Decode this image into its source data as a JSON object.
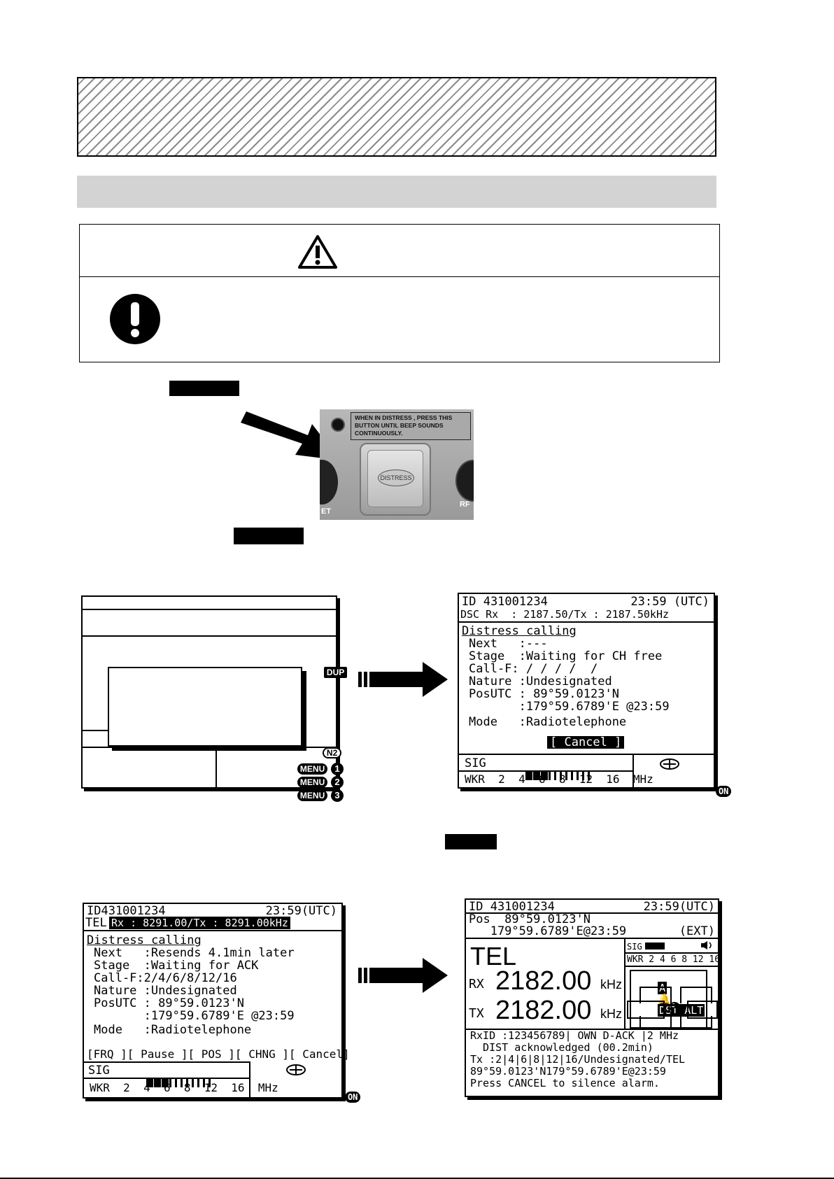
{
  "photo": {
    "panel_text": "WHEN IN DISTRESS , PRESS THIS BUTTON UNTIL BEEP SOUNDS CONTINUOUSLY.",
    "button_label": "DISTRESS",
    "edge_left": "ET",
    "edge_right": "RF"
  },
  "screen1": {
    "dup_badge": "DUP",
    "n2_badge": "N2",
    "menu_label": "MENU",
    "menu_nums": [
      "1",
      "2",
      "3"
    ]
  },
  "screen2": {
    "id": "ID 431001234",
    "time": "23:59 (UTC)",
    "freq": "DSC Rx  : 2187.50/Tx : 2187.50kHz",
    "heading": "Distress calling",
    "lines": [
      "Next   :---",
      "Stage  :Waiting for CH free",
      "Call-F: / / / /  /",
      "Nature :Undesignated",
      "PosUTC : 89°59.0123'N",
      "       :179°59.6789'E @23:59",
      "Mode   :Radiotelephone"
    ],
    "cancel": "[ Cancel ]",
    "sig": "SIG",
    "wkr": "WKR  2  4  6  8  12  16  MHz",
    "on": "ON"
  },
  "screen3": {
    "id": "ID431001234",
    "time": "23:59(UTC)",
    "tel": "TEL",
    "freq": "Rx : 8291.00/Tx : 8291.00kHz",
    "heading": "Distress calling",
    "lines": [
      "Next   :Resends 4.1min later",
      "Stage  :Waiting for ACK",
      "Call-F:2/4/6/8/12/16",
      "Nature :Undesignated",
      "PosUTC : 89°59.0123'N",
      "       :179°59.6789'E @23:59",
      "Mode   :Radiotelephone"
    ],
    "softkeys": "[FRQ ][ Pause ][ POS ][ CHNG ][ Cancel]",
    "sig": "SIG",
    "wkr": "WKR  2  4  6  8  12  16  MHz",
    "on": "ON"
  },
  "screen4": {
    "id": "ID 431001234",
    "time": "23:59(UTC)",
    "pos1": "Pos  89°59.0123'N",
    "pos2": "   179°59.6789'E@23:59",
    "ext": "(EXT)",
    "mode": "TEL",
    "rx_label": "RX",
    "rx_freq": "2182.00",
    "tx_label": "TX",
    "tx_freq": "2182.00",
    "unit": "kHz",
    "sig": "SIG",
    "wkr": "WKR 2 4 6 8 12 16",
    "alert_a": "A",
    "alert": "DST ALT",
    "msg": [
      "RxID :123456789| OWN D-ACK |2 MHz",
      "  DIST acknowledged (00.2min)",
      "Tx :2|4|6|8|12|16/Undesignated/TEL",
      "89°59.0123'N179°59.6789'E@23:59",
      "Press CANCEL to silence alarm."
    ]
  }
}
